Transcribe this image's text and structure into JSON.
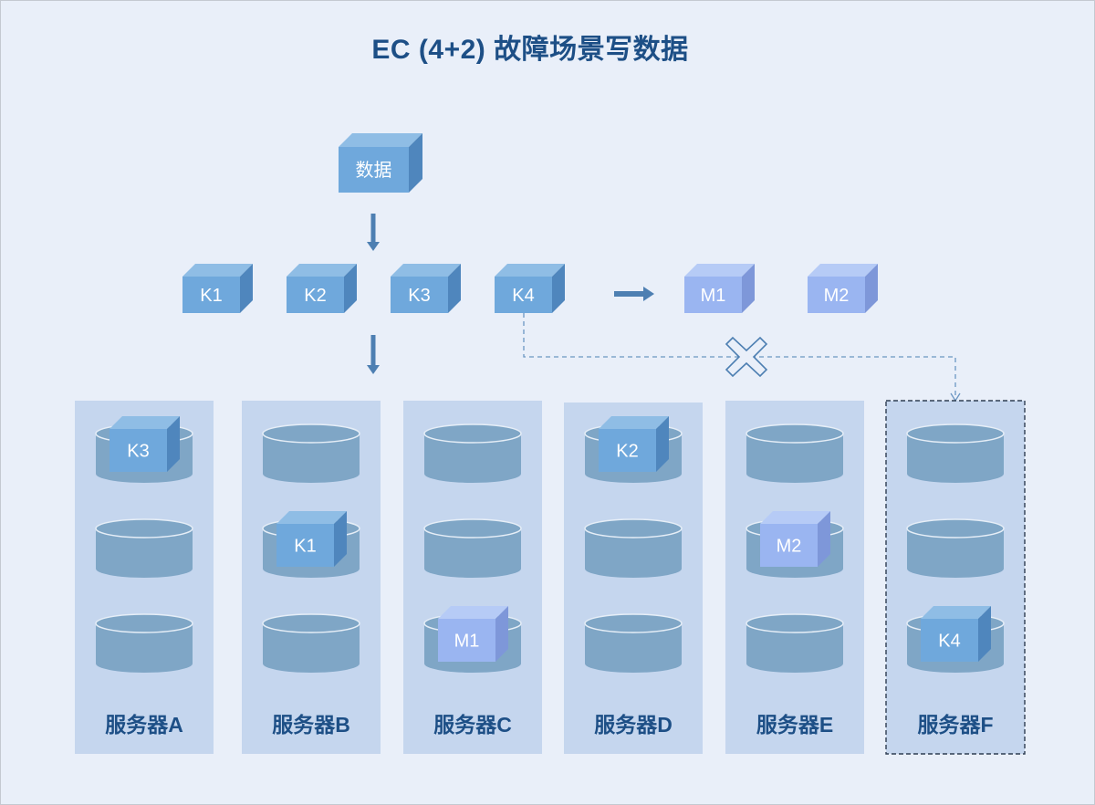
{
  "title": "EC (4+2) 故障场景写数据",
  "source_block": {
    "label": "数据"
  },
  "data_blocks": [
    {
      "label": "K1"
    },
    {
      "label": "K2"
    },
    {
      "label": "K3"
    },
    {
      "label": "K4"
    }
  ],
  "parity_blocks": [
    {
      "label": "M1"
    },
    {
      "label": "M2"
    }
  ],
  "servers": [
    {
      "label": "服务器A",
      "slots": [
        "K3",
        "",
        ""
      ],
      "faulty": false
    },
    {
      "label": "服务器B",
      "slots": [
        "",
        "K1",
        ""
      ],
      "faulty": false
    },
    {
      "label": "服务器C",
      "slots": [
        "",
        "",
        "M1"
      ],
      "faulty": false
    },
    {
      "label": "服务器D",
      "slots": [
        "K2",
        "",
        ""
      ],
      "faulty": false
    },
    {
      "label": "服务器E",
      "slots": [
        "",
        "M2",
        ""
      ],
      "faulty": false
    },
    {
      "label": "服务器F",
      "slots": [
        "",
        "",
        "K4"
      ],
      "faulty": true
    }
  ],
  "colors": {
    "data_front": "#6fa8dc",
    "data_top": "#8fbde5",
    "data_side": "#4f86bd",
    "parity_front": "#9ab5f1",
    "parity_top": "#b6cbf6",
    "parity_side": "#7e97d9",
    "arrow": "#4d7fb2",
    "server_panel": "#c5d6ee",
    "disk": "#7fa6c6",
    "server_label": "#1d4f86"
  }
}
